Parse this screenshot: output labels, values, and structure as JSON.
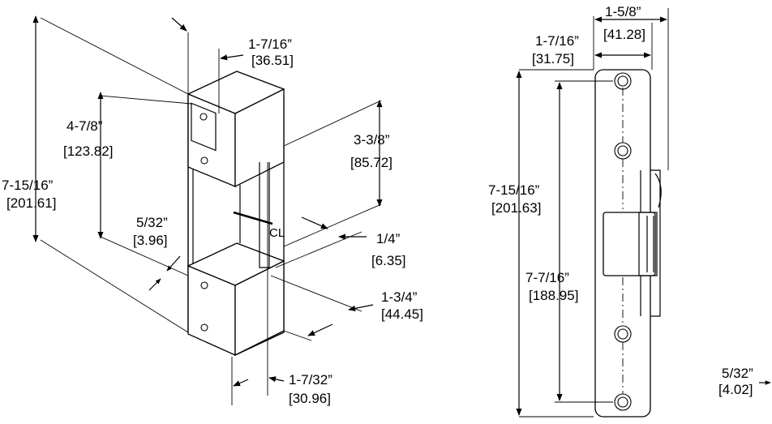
{
  "iso_view": {
    "dim_top_width_in": "1-7/16”",
    "dim_top_width_mm": "[36.51]",
    "dim_upper_height_in": "4-7/8”",
    "dim_upper_height_mm": "[123.82]",
    "dim_overall_height_in": "7-15/16”",
    "dim_overall_height_mm": "[201.61]",
    "dim_opening_in": "3-3/8”",
    "dim_opening_mm": "[85.72]",
    "dim_lip_in": "5/32”",
    "dim_lip_mm": "[3.96]",
    "centerline_label": "CL",
    "dim_offset_in": "1/4”",
    "dim_offset_mm": "[6.35]",
    "dim_depth_in": "1-3/4”",
    "dim_depth_mm": "[44.45]",
    "dim_face_in": "1-7/32”",
    "dim_face_mm": "[30.96]"
  },
  "front_view": {
    "dim_overall_width_in": "1-5/8”",
    "dim_overall_width_mm": "[41.28]",
    "dim_plate_width_in": "1-7/16”",
    "dim_plate_width_mm": "[31.75]",
    "dim_overall_height_in": "7-15/16”",
    "dim_overall_height_mm": "[201.63]",
    "dim_hole_spacing_in": "7-7/16”",
    "dim_hole_spacing_mm": "[188.95]"
  },
  "side_view": {
    "dim_thickness_in": "5/32”",
    "dim_thickness_mm": "[4.02]"
  }
}
